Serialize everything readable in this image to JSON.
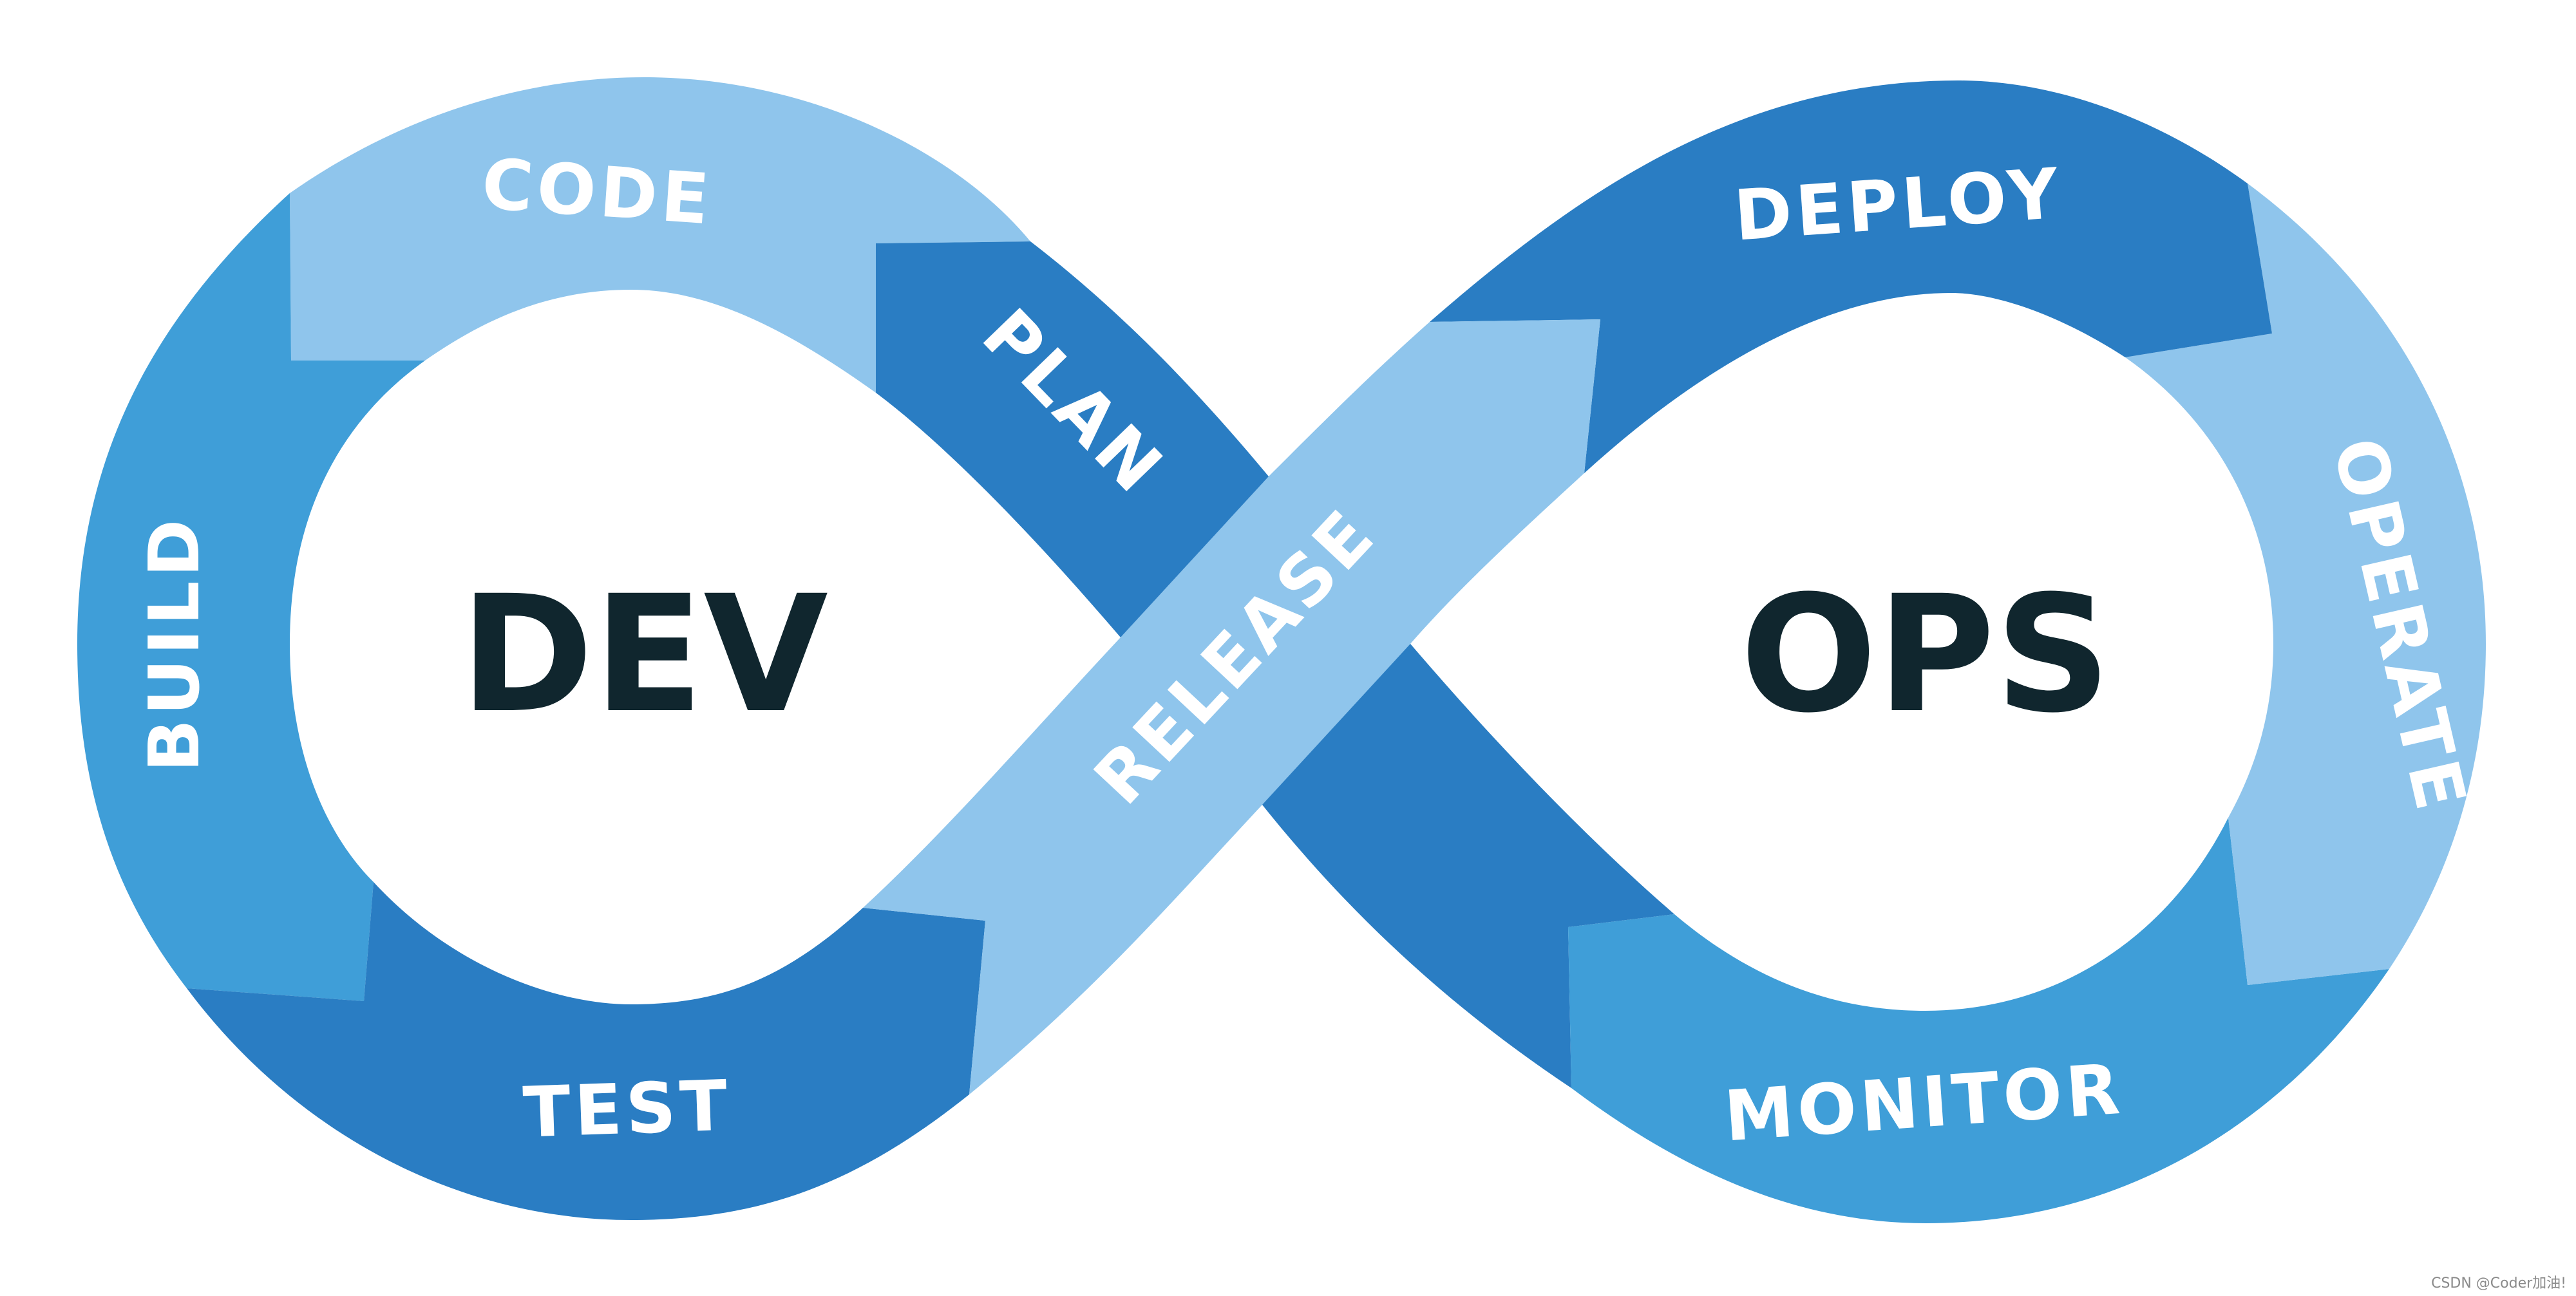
{
  "center_labels": {
    "dev": "DEV",
    "ops": "OPS"
  },
  "stages": {
    "code": "CODE",
    "plan": "PLAN",
    "build": "BUILD",
    "test": "TEST",
    "release": "RELEASE",
    "deploy": "DEPLOY",
    "operate": "OPERATE",
    "monitor": "MONITOR"
  },
  "watermark": "CSDN @Coder加油!",
  "colors": {
    "light_blue": "#8fc5ec",
    "mid_blue": "#3f9ed8",
    "dark_blue": "#2a7dc3",
    "text_dark": "#10262e",
    "stage_text": "#ffffff"
  }
}
